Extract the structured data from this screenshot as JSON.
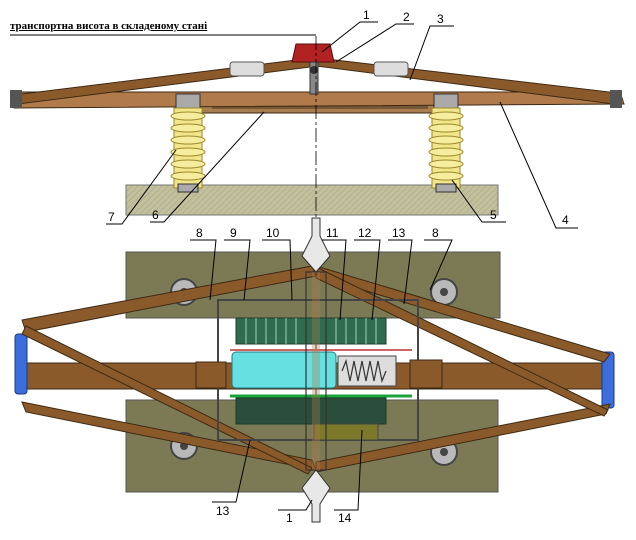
{
  "caption": "транспортна висота в складеному стані",
  "callouts": {
    "n1_top": "1",
    "n2": "2",
    "n3": "3",
    "n4": "4",
    "n5": "5",
    "n6": "6",
    "n7": "7",
    "n8_left": "8",
    "n9": "9",
    "n10": "10",
    "n11": "11",
    "n12": "12",
    "n13_top": "13",
    "n8_right": "8",
    "n13_bottom": "13",
    "n1_bottom": "1",
    "n14": "14"
  },
  "colors": {
    "arm": "#8b5a2b",
    "arm_light": "#b07a4a",
    "insulator": "#f2e68a",
    "base_plate": "#c2bf9c",
    "panel": "#7c7a55",
    "wheel": "#b9b9b9",
    "contact_red": "#b22222",
    "insulator_blue": "#3b6ddb",
    "motor_cyan": "#66e0e0",
    "coil_green": "#2f6b4f",
    "coil_dark": "#2a4d3c"
  }
}
